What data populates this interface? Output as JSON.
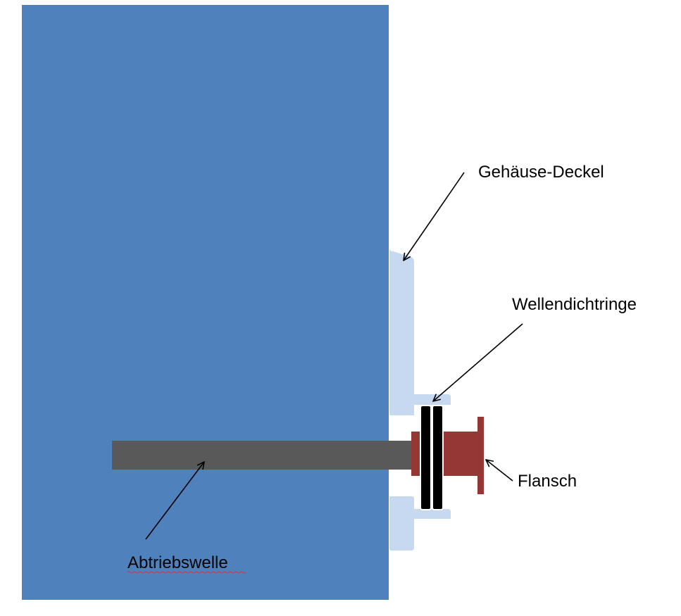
{
  "labels": {
    "cover": "Gehäuse-Deckel",
    "seals": "Wellendichtringe",
    "flange": "Flansch",
    "shaft": "Abtriebswelle"
  },
  "colors": {
    "housing": "#4f81bd",
    "cover": "#c6d9f1",
    "shaft": "#595959",
    "flange": "#953735",
    "seal": "#000000",
    "spellcheck_underline": "#e0303a"
  }
}
